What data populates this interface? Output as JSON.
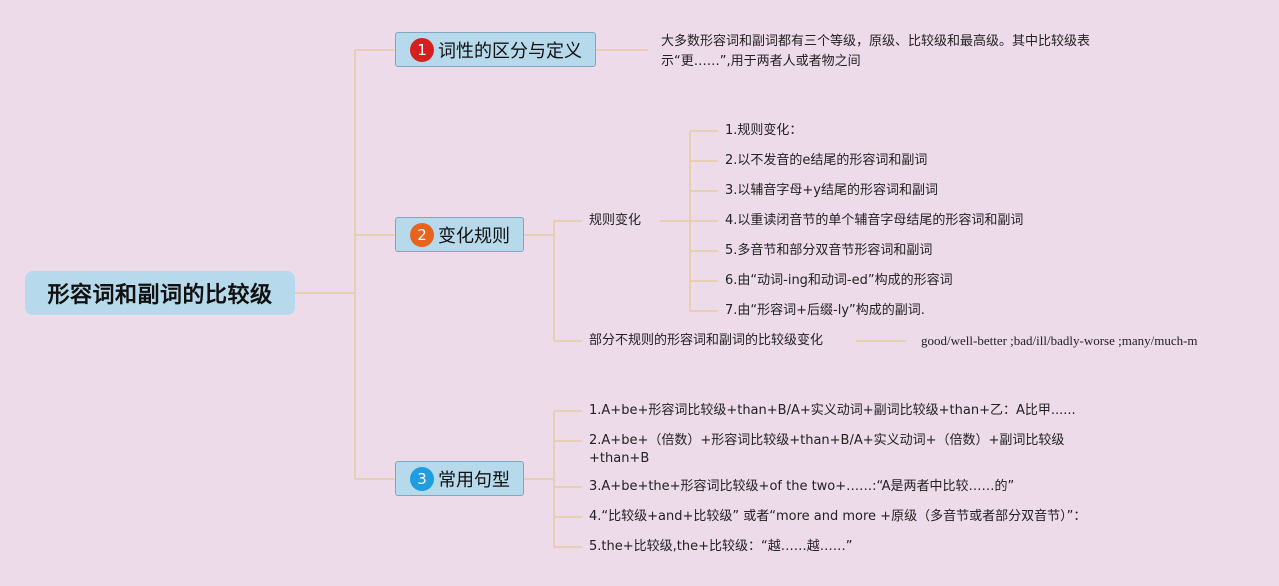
{
  "root": {
    "title": "形容词和副词的比较级"
  },
  "branches": [
    {
      "number": "1",
      "label": "词性的区分与定义",
      "color": "#d6201f"
    },
    {
      "number": "2",
      "label": "变化规则",
      "color": "#e8631d"
    },
    {
      "number": "3",
      "label": "常用句型",
      "color": "#1f9de0"
    }
  ],
  "definition": {
    "text": "大多数形容词和副词都有三个等级，原级、比较级和最高级。其中比较级表示“更……”,用于两者人或者物之间"
  },
  "rules": {
    "regular": {
      "label": "规则变化",
      "items": [
        "1.规则变化：",
        "2.以不发音的e结尾的形容词和副词",
        "3.以辅音字母+y结尾的形容词和副词",
        "4.以重读闭音节的单个辅音字母结尾的形容词和副词",
        "5.多音节和部分双音节形容词和副词",
        "6.由“动词-ing和动词-ed”构成的形容词",
        "7.由“形容词+后缀-ly”构成的副词."
      ]
    },
    "irregular": {
      "label": "部分不规则的形容词和副词的比较级变化",
      "detail": "good/well-better ;bad/ill/badly-worse ;many/much-m"
    }
  },
  "patterns": [
    "1.A+be+形容词比较级+than+B/A+实义动词+副词比较级+than+乙：A比甲......",
    "2.A+be+（倍数）+形容词比较级+than+B/A+实义动词+（倍数）+副词比较级+than+B",
    "3.A+be+the+形容词比较级+of the two+……:“A是两者中比较……的”",
    "4.“比较级+and+比较级” 或者“more and more +原级（多音节或者部分双音节）”：",
    "5.the+比较级,the+比较级：“越……越……”"
  ]
}
